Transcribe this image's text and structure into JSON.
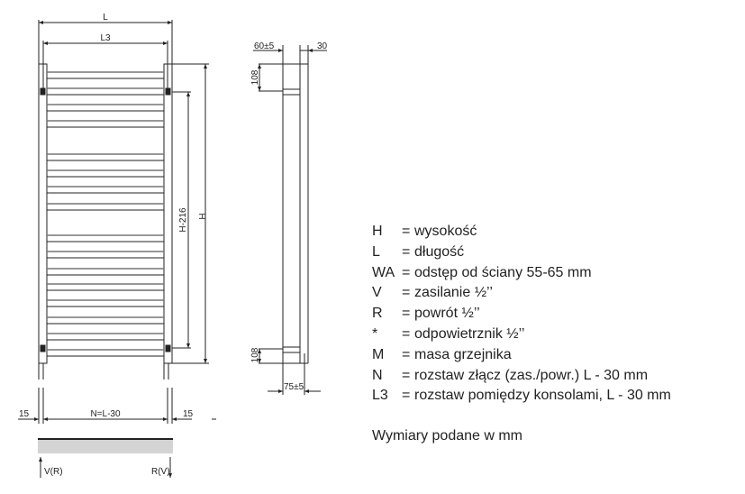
{
  "drawing": {
    "front": {
      "L": "L",
      "L3": "L3",
      "H216": "H-216",
      "H": "H",
      "left15": "15",
      "right15": "15",
      "N": "N=L-30",
      "VR": "V(R)",
      "RV": "R(V)"
    },
    "side": {
      "top_offset": "60±5",
      "thickness": "30",
      "top108": "108",
      "bottom108": "108",
      "bottom_offset": "75±5"
    }
  },
  "legend": [
    {
      "key": "H",
      "eq": "=",
      "desc": "wysokość"
    },
    {
      "key": "L",
      "eq": "=",
      "desc": "długość"
    },
    {
      "key": "WA",
      "eq": "=",
      "desc": "odstęp od ściany 55-65 mm"
    },
    {
      "key": "V",
      "eq": "=",
      "desc": "zasilanie ½’’"
    },
    {
      "key": "R",
      "eq": "=",
      "desc": "powrót ½’’"
    },
    {
      "key": "*",
      "eq": "=",
      "desc": "odpowietrznik ½’’"
    },
    {
      "key": "M",
      "eq": "=",
      "desc": "masa grzejnika"
    },
    {
      "key": "N",
      "eq": "=",
      "desc": "rozstaw złącz (zas./powr.) L - 30 mm"
    },
    {
      "key": "L3",
      "eq": "=",
      "desc": "rozstaw pomiędzy konsolami, L - 30 mm"
    }
  ],
  "note": "Wymiary podane w mm"
}
